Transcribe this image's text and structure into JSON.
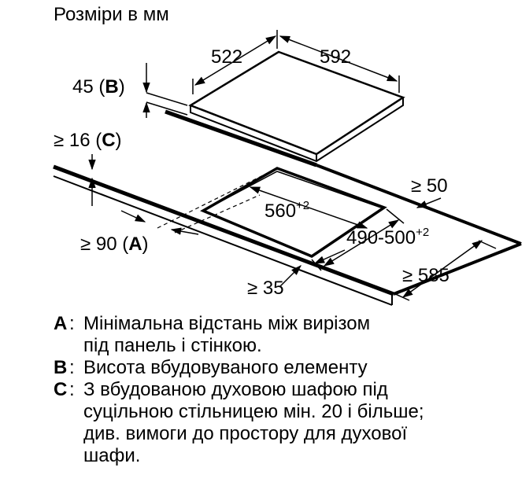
{
  "title": "Розміри в мм",
  "dimensions": {
    "depth": "522",
    "width": "592",
    "height_prefix": "45 (",
    "height_key": "B",
    "height_suffix": ")",
    "worktop_prefix": "≥ 16 (",
    "worktop_key": "C",
    "worktop_suffix": ")",
    "cutout_width": "560",
    "cutout_width_tol": "+2",
    "cutout_depth": "490-500",
    "cutout_depth_tol": "+2",
    "min_side": "≥ 50",
    "wall_prefix": "≥ 90 (",
    "wall_key": "A",
    "wall_suffix": ")",
    "front_edge": "≥ 35",
    "worktop_depth": "≥ 585"
  },
  "legend": [
    {
      "key": "A",
      "lines": [
        "Мінімальна відстань між вирізом",
        "під панель і стінкою."
      ]
    },
    {
      "key": "B",
      "lines": [
        "Висота вбудовуваного елементу"
      ]
    },
    {
      "key": "C",
      "lines": [
        "З вбудованою духовою шафою під",
        "суцільною стільницею мін. 20 і більше;",
        "див. вимоги до простору для духової",
        "шафи."
      ]
    }
  ]
}
